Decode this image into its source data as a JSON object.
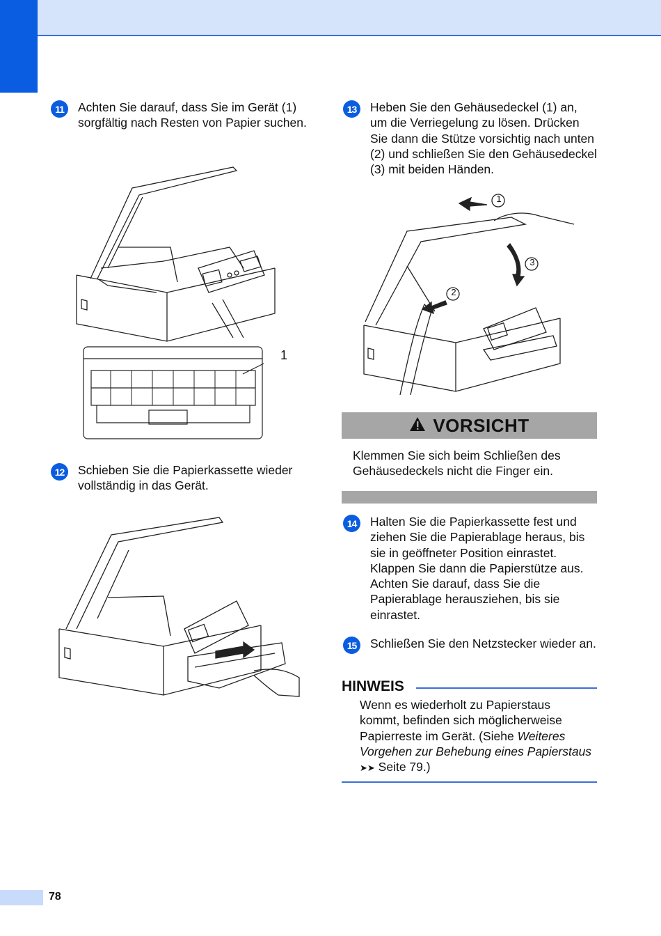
{
  "page": {
    "number": "78"
  },
  "steps": {
    "s11": {
      "num": "11",
      "text": "Achten Sie darauf, dass Sie im Gerät (1) sorgfältig nach Resten von Papier suchen."
    },
    "s12": {
      "num": "12",
      "text": "Schieben Sie die Papierkassette wieder vollständig in das Gerät."
    },
    "s13": {
      "num": "13",
      "text": "Heben Sie den Gehäusedeckel (1) an, um die Verriegelung zu lösen. Drücken Sie dann die Stütze vorsichtig nach unten (2) und schließen Sie den Gehäusedeckel (3) mit beiden Händen."
    },
    "s14": {
      "num": "14",
      "text": "Halten Sie die Papierkassette fest und ziehen Sie die Papierablage heraus, bis sie in geöffneter Position einrastet. Klappen Sie dann die Papierstütze aus. Achten Sie darauf, dass Sie die Papierablage herausziehen, bis sie einrastet."
    },
    "s15": {
      "num": "15",
      "text": "Schließen Sie den Netzstecker wieder an."
    }
  },
  "figures": {
    "fig11_callout": "1",
    "fig13_callouts": [
      "1",
      "2",
      "3"
    ]
  },
  "caution": {
    "title": "VORSICHT",
    "text": "Klemmen Sie sich beim Schließen des Gehäusedeckels nicht die Finger ein."
  },
  "note": {
    "heading": "HINWEIS",
    "text_before": "Wenn es wiederholt zu Papierstaus kommt, befinden sich möglicherweise Papierreste im Gerät. (Siehe ",
    "link_italic": "Weiteres Vorgehen zur Behebung eines Papierstaus",
    "arrows": "➤➤",
    "text_after": " Seite 79.)"
  },
  "colors": {
    "accent": "#0a5de0",
    "band": "#d6e4fb",
    "caution_bar": "#a6a6a6"
  }
}
